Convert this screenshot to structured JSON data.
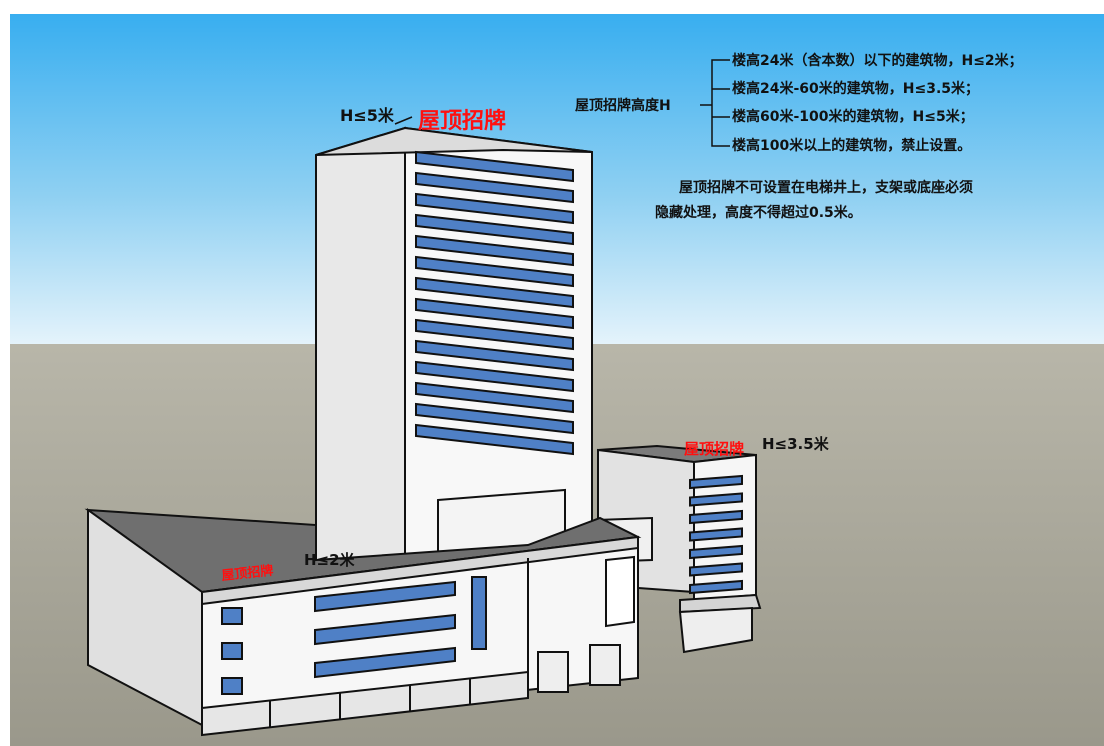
{
  "colors": {
    "sky_top": "#38aef0",
    "sky_bottom": "#e4f3fb",
    "ground": "#a6a497",
    "facade": "#f6f6f6",
    "window_blue": "#4f80c6",
    "sign_red": "#ff1010",
    "line": "#111111"
  },
  "legend": {
    "label": "屋顶招牌高度H",
    "rules": [
      "楼高24米（含本数）以下的建筑物，H≤2米；",
      "楼高24米-60米的建筑物，H≤3.5米；",
      "楼高60米-100米的建筑物，H≤5米；",
      "楼高100米以上的建筑物，禁止设置。"
    ]
  },
  "note": {
    "line1": "屋顶招牌不可设置在电梯井上，支架或底座必须",
    "line2": "隐藏处理，高度不得超过0.5米。"
  },
  "tower": {
    "height_label": "H≤5米",
    "sign_text": "屋顶招牌",
    "window_bands": 14
  },
  "side_building": {
    "height_label": "H≤3.5米",
    "sign_text": "屋顶招牌",
    "window_bands": 7
  },
  "podium": {
    "height_label": "H≤2米",
    "sign_text": "屋顶招牌"
  }
}
